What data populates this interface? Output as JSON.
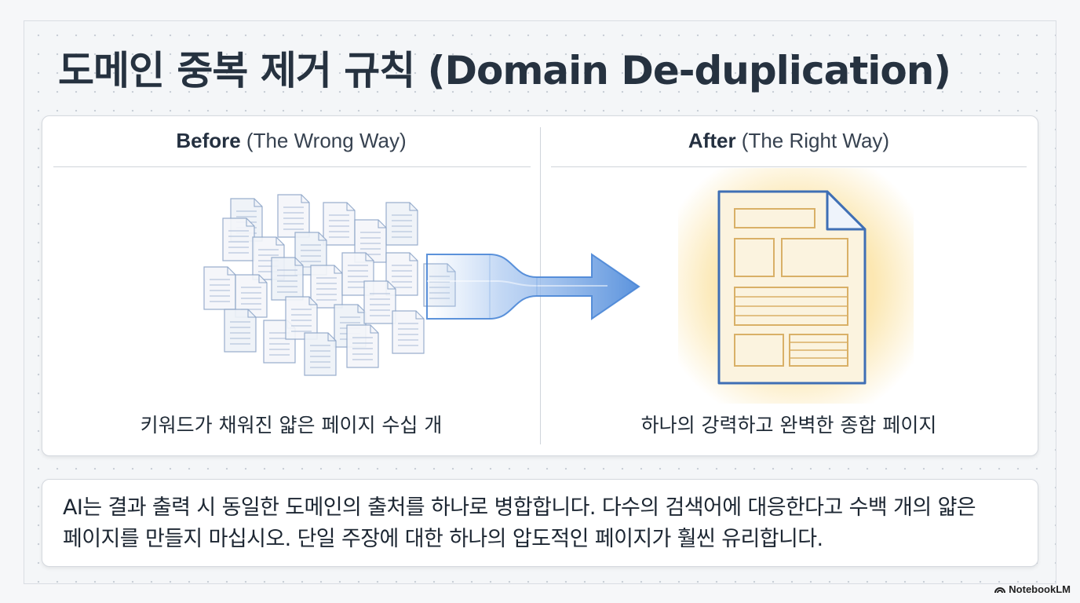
{
  "title": "도메인 중복 제거 규칙 (Domain De-duplication)",
  "before": {
    "head_bold": "Before",
    "head_rest": " (The Wrong Way)",
    "caption": "키워드가 채워진 얇은 페이지 수십 개",
    "icon": "scattered-documents-icon"
  },
  "after": {
    "head_bold": "After",
    "head_rest": " (The Right Way)",
    "caption": "하나의 강력하고 완벽한 종합 페이지",
    "icon": "single-document-icon"
  },
  "note": {
    "line1": "AI는 결과 출력 시 동일한 도메인의 출처를 하나로 병합합니다. 다수의 검색어에 대응한다고 수백 개의 얇은",
    "line2": "페이지를 만들지 마십시오. 단일 주장에 대한 하나의 압도적인 페이지가 훨씬 유리합니다."
  },
  "brand": "NotebookLM",
  "colors": {
    "accent_blue": "#4a86d6",
    "document_gold": "#d9b067",
    "document_fill": "#fbf3df"
  }
}
